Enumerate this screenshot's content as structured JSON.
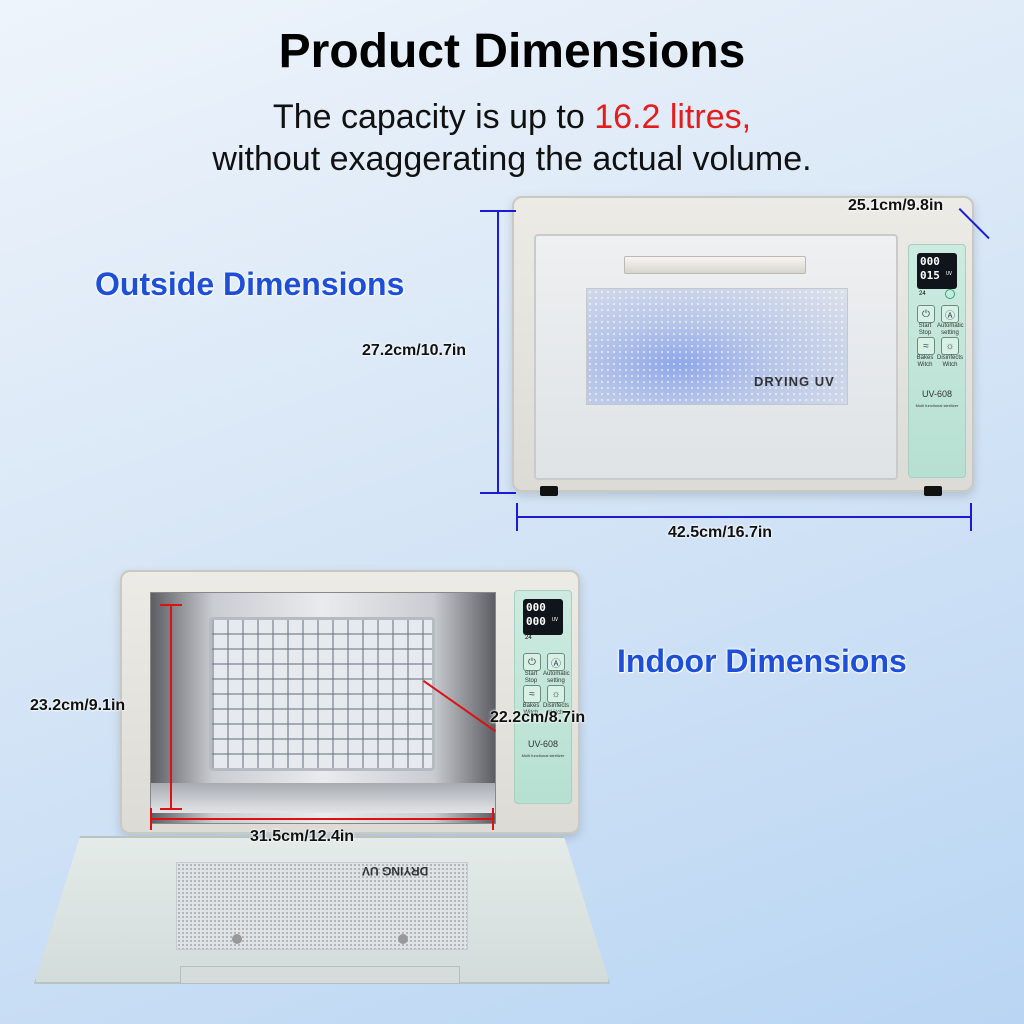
{
  "header": {
    "title": "Product Dimensions",
    "subtitle_pre": "The capacity is up to ",
    "subtitle_highlight": "16.2 litres,",
    "subtitle_line2": "without exaggerating the actual volume."
  },
  "sections": {
    "outside": "Outside Dimensions",
    "indoor": "Indoor Dimensions"
  },
  "outside_dims": {
    "depth": "25.1cm/9.8in",
    "height": "27.2cm/10.7in",
    "width": "42.5cm/16.7in"
  },
  "indoor_dims": {
    "height": "23.2cm/9.1in",
    "depth": "22.2cm/8.7in",
    "width": "31.5cm/12.4in"
  },
  "device": {
    "door_label": "DRYING UV",
    "model": "UV-608",
    "model_caption": "Multi functional sterilizer",
    "display_top": "000",
    "display_bottom": "015",
    "display_bottom_open": "000",
    "display_small": "24",
    "unit_label": "UV",
    "buttons": {
      "start": "Start Stop",
      "auto": "Automatic setting",
      "bake": "Bakes Witch",
      "disinfect": "Disinfects Witch"
    }
  },
  "colors": {
    "accent_blue": "#1e4fd8",
    "highlight_red": "#e41c1c",
    "dimension_line": "#1b1bd6"
  }
}
